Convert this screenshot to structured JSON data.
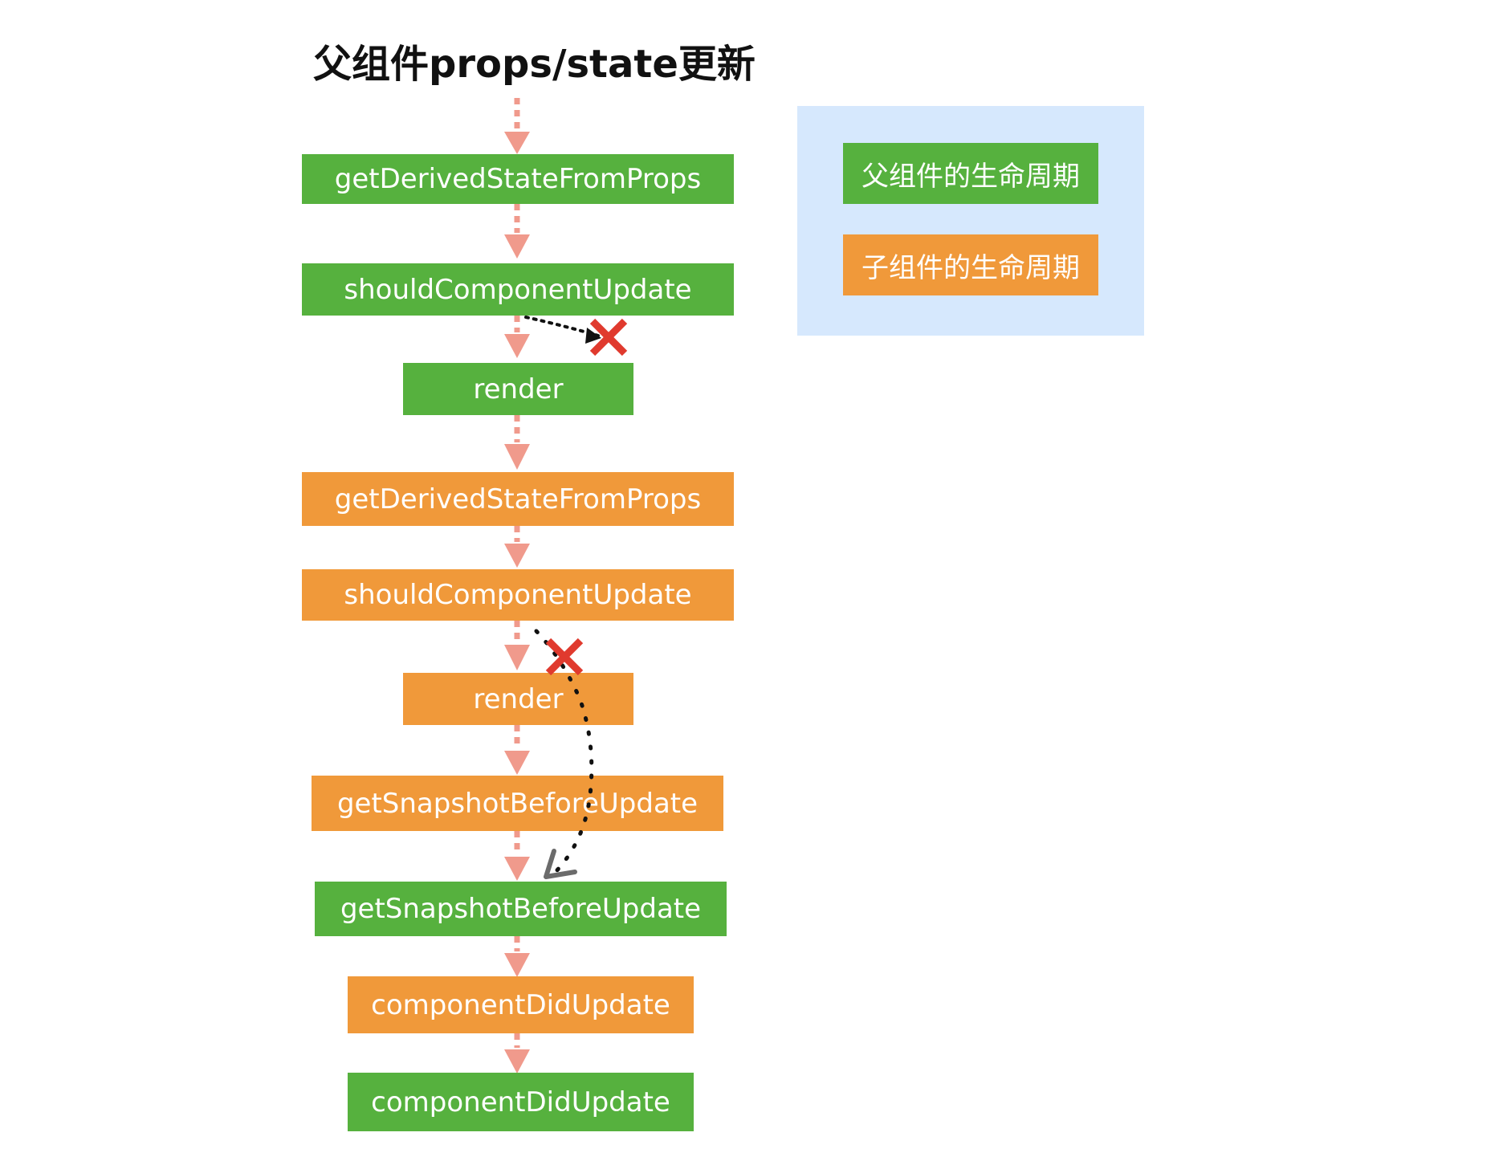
{
  "title": "父组件props/state更新",
  "colors": {
    "parent": "#56b13e",
    "child": "#f0993a",
    "arrow": "#f09a8c",
    "legend_bg": "#d6e8fd",
    "cross": "#e03a2e"
  },
  "nodes": [
    {
      "label": "getDerivedStateFromProps",
      "owner": "parent"
    },
    {
      "label": "shouldComponentUpdate",
      "owner": "parent"
    },
    {
      "label": "render",
      "owner": "parent"
    },
    {
      "label": "getDerivedStateFromProps",
      "owner": "child"
    },
    {
      "label": "shouldComponentUpdate",
      "owner": "child"
    },
    {
      "label": "render",
      "owner": "child"
    },
    {
      "label": "getSnapshotBeforeUpdate",
      "owner": "child"
    },
    {
      "label": "getSnapshotBeforeUpdate",
      "owner": "parent"
    },
    {
      "label": "componentDidUpdate",
      "owner": "child"
    },
    {
      "label": "componentDidUpdate",
      "owner": "parent"
    }
  ],
  "legend": {
    "items": [
      {
        "label": "父组件的生命周期",
        "owner": "parent"
      },
      {
        "label": "子组件的生命周期",
        "owner": "child"
      }
    ]
  },
  "icons": [
    "cross-icon",
    "arrowhead-icon"
  ]
}
